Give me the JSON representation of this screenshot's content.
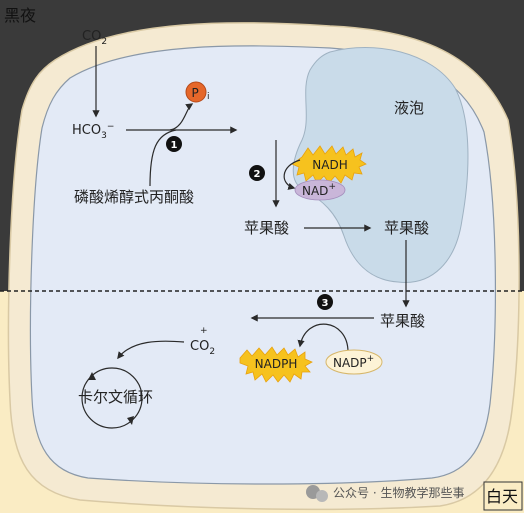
{
  "corners": {
    "night": "黑夜",
    "day": "白天"
  },
  "co2_top": {
    "base": "CO",
    "sub": "2"
  },
  "hco3": {
    "base": "HCO",
    "sub": "3",
    "sup": "−"
  },
  "pi": {
    "letter": "P",
    "sub": "i"
  },
  "pep_label": "磷酸烯醇式丙酮酸",
  "vacuole_label": "液泡",
  "step_numbers": [
    "1",
    "2",
    "3"
  ],
  "nadh": {
    "base": "NADH"
  },
  "nad_plus": {
    "base": "NAD",
    "sup": "+"
  },
  "malate_labels": [
    "苹果酸",
    "苹果酸",
    "苹果酸"
  ],
  "co2_bottom": {
    "base": "CO",
    "sub": "2",
    "sup": "+"
  },
  "nadph": {
    "base": "NADPH"
  },
  "nadp_plus": {
    "base": "NADP",
    "sup": "+"
  },
  "calvin_label": "卡尔文循环",
  "watermark": "公众号 · 生物教学那些事",
  "colors": {
    "night_bg": "#3a3a3a",
    "day_bg": "#faecc4",
    "cell_fill": "#e3eaf6",
    "cell_wall": "#f5ead2",
    "vacuole": "#c9dbe9",
    "pi_circle": "#e5672a",
    "burst": "#f6c21e",
    "nad_oval": "#c9b6d9",
    "nadp_oval": "#fdf3d6"
  }
}
